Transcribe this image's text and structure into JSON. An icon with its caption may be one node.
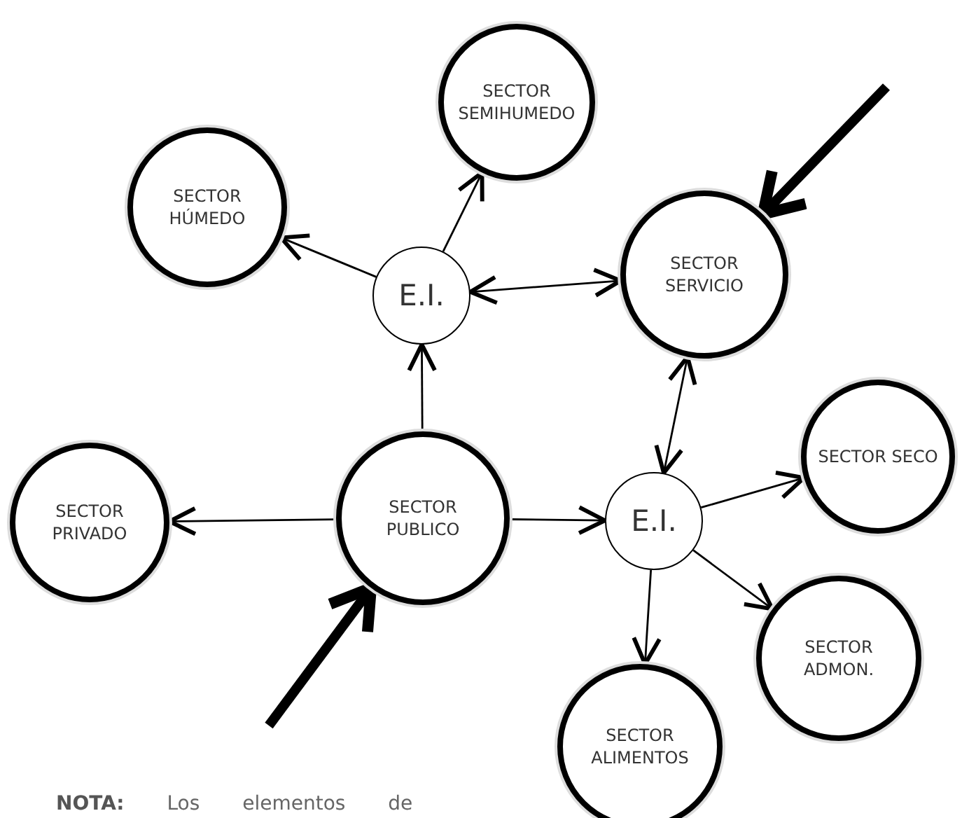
{
  "diagram": {
    "nodes": [
      {
        "text": [
          "SECTOR SEMIHUMEDO"
        ]
      },
      {
        "text": [
          "SECTOR HÚMEDO"
        ]
      },
      {
        "text": [
          "E.I."
        ]
      },
      {
        "text": [
          "SECTOR SERVICIO"
        ]
      },
      {
        "text": [
          "SECTOR PRIVADO"
        ]
      },
      {
        "text": [
          "SECTOR PUBLICO"
        ]
      },
      {
        "text": [
          "E.I."
        ]
      },
      {
        "text": [
          "SECTOR SECO"
        ]
      },
      {
        "text": [
          "SECTOR ALIMENTOS"
        ]
      },
      {
        "text": [
          "SECTOR ADMON."
        ]
      }
    ],
    "edges": [
      {
        "from": 2,
        "to": 0,
        "arrow": "to"
      },
      {
        "from": 2,
        "to": 1,
        "arrow": "to"
      },
      {
        "from": 2,
        "to": 3,
        "arrow": "both"
      },
      {
        "from": 5,
        "to": 2,
        "arrow": "to"
      },
      {
        "from": 5,
        "to": 4,
        "arrow": "to"
      },
      {
        "from": 5,
        "to": 6,
        "arrow": "to"
      },
      {
        "from": 3,
        "to": 6,
        "arrow": "both"
      },
      {
        "from": 6,
        "to": 7,
        "arrow": "to"
      },
      {
        "from": 6,
        "to": 8,
        "arrow": "to"
      },
      {
        "from": 6,
        "to": 9,
        "arrow": "to"
      },
      {
        "from": null,
        "to": 3,
        "arrow": "to",
        "style": "thick"
      },
      {
        "from": null,
        "to": 5,
        "arrow": "to",
        "style": "thick"
      }
    ],
    "labels": [
      "**NOTA:** Los elementos de"
    ]
  }
}
